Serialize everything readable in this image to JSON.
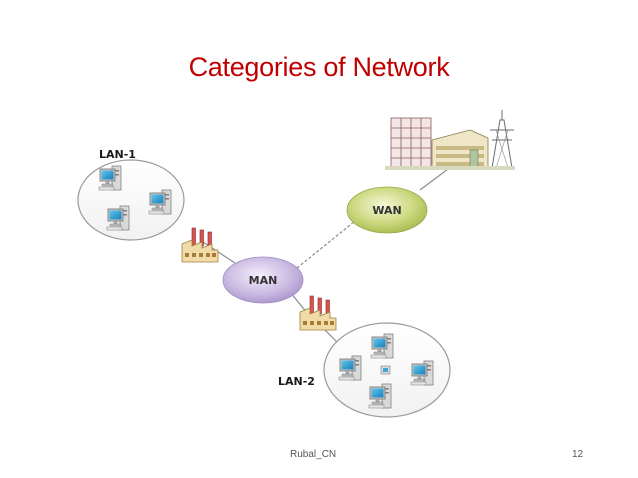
{
  "slide": {
    "title": "Categories of Network",
    "footer_author": "Rubal_CN",
    "page_number": "12"
  },
  "diagram": {
    "nodes": {
      "lan1": {
        "label": "LAN-1"
      },
      "lan2": {
        "label": "LAN-2"
      },
      "man": {
        "label": "MAN"
      },
      "wan": {
        "label": "WAN"
      }
    },
    "colors": {
      "title": "#c00000",
      "man_bubble": "#c8b8e0",
      "wan_bubble": "#c8d47a",
      "link": "#7f7f7f"
    },
    "icons": [
      "desktop-computer-icon",
      "factory-icon",
      "office-buildings-icon",
      "power-tower-icon"
    ]
  }
}
